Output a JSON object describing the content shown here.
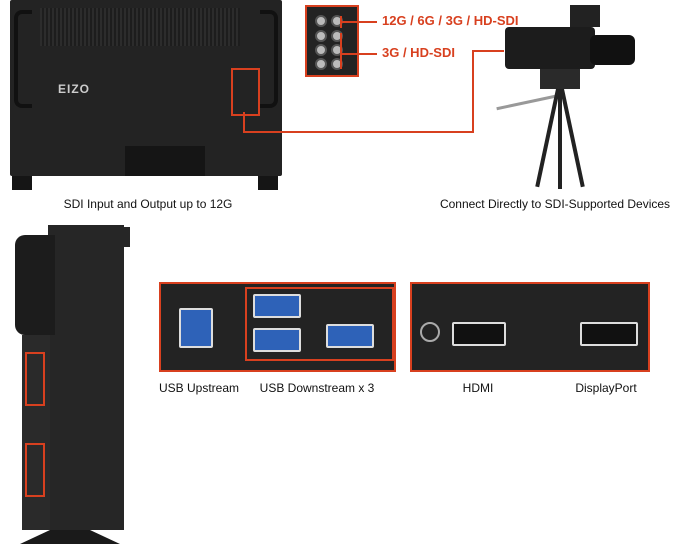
{
  "top_left": {
    "logo": "EIZO",
    "caption": "SDI Input and Output up to 12G",
    "label_12g": "12G / 6G / 3G / HD-SDI",
    "label_3g": "3G / HD-SDI"
  },
  "top_right": {
    "caption": "Connect Directly to SDI-Supported Devices"
  },
  "bottom": {
    "usb_upstream": "USB Upstream",
    "usb_downstream": "USB Downstream x 3",
    "hdmi": "HDMI",
    "displayport": "DisplayPort"
  },
  "colors": {
    "accent": "#d8401f",
    "body": "#232323"
  }
}
